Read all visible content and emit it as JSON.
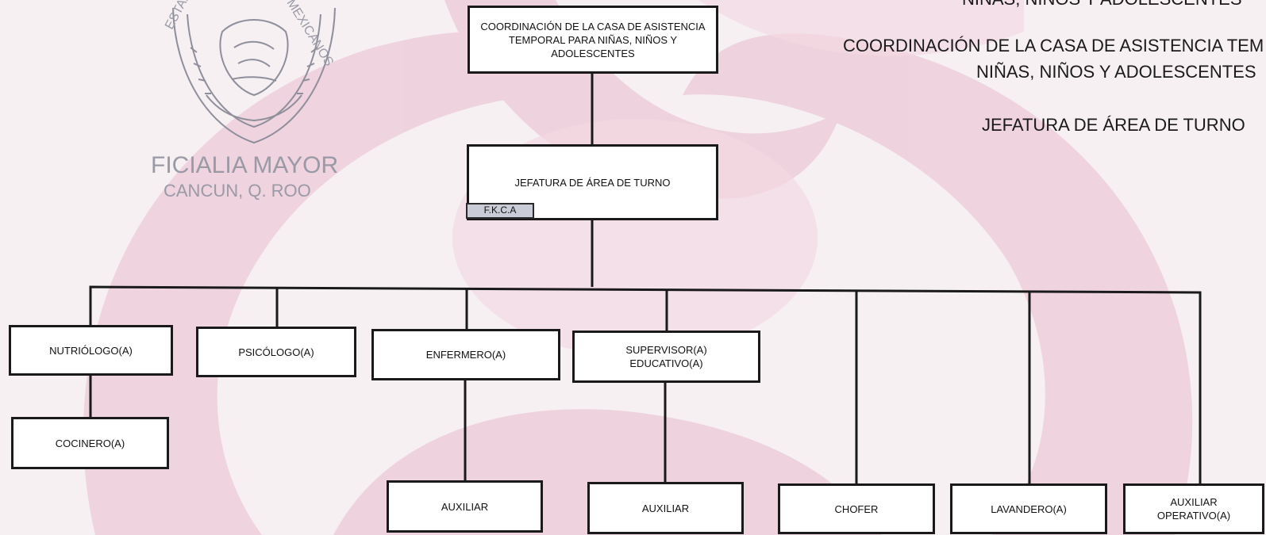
{
  "header": {
    "cut_top_line": "NIÑAS, NIÑOS Y ADOLESCENTES",
    "unit_line_1": "COORDINACIÓN DE LA CASA DE ASISTENCIA TEM",
    "unit_line_2": "NIÑAS, NIÑOS Y ADOLESCENTES",
    "position_title": "JEFATURA DE ÁREA DE TURNO"
  },
  "seal": {
    "arc_text_left": "ESTADOS",
    "arc_text_right": "MEXICANOS",
    "office_line": "FICIALIA MAYOR",
    "city_line": "CANCUN, Q. ROO"
  },
  "org": {
    "root": "COORDINACIÓN DE LA CASA DE ASISTENCIA TEMPORAL PARA NIÑAS, NIÑOS Y ADOLESCENTES",
    "head": "JEFATURA DE ÁREA DE TURNO",
    "head_tag": "F.K.C.A",
    "nutriologo": "NUTRIÓLOGO(A)",
    "psicologo": "PSICÓLOGO(A)",
    "enfermero": "ENFERMERO(A)",
    "supervisor": "SUPERVISOR(A) EDUCATIVO(A)",
    "cocinero": "COCINERO(A)",
    "auxiliar_1": "AUXILIAR",
    "auxiliar_2": "AUXILIAR",
    "chofer": "CHOFER",
    "lavandero": "LAVANDERO(A)",
    "auxiliar_operativo": "AUXILIAR OPERATIVO(A)"
  },
  "colors": {
    "background": "#f6f0f3",
    "watermark": "#e8bfd0",
    "box_border": "#1a1a1a",
    "tag_fill": "#c9ccd6",
    "seal_ink": "#9a9aa6"
  }
}
